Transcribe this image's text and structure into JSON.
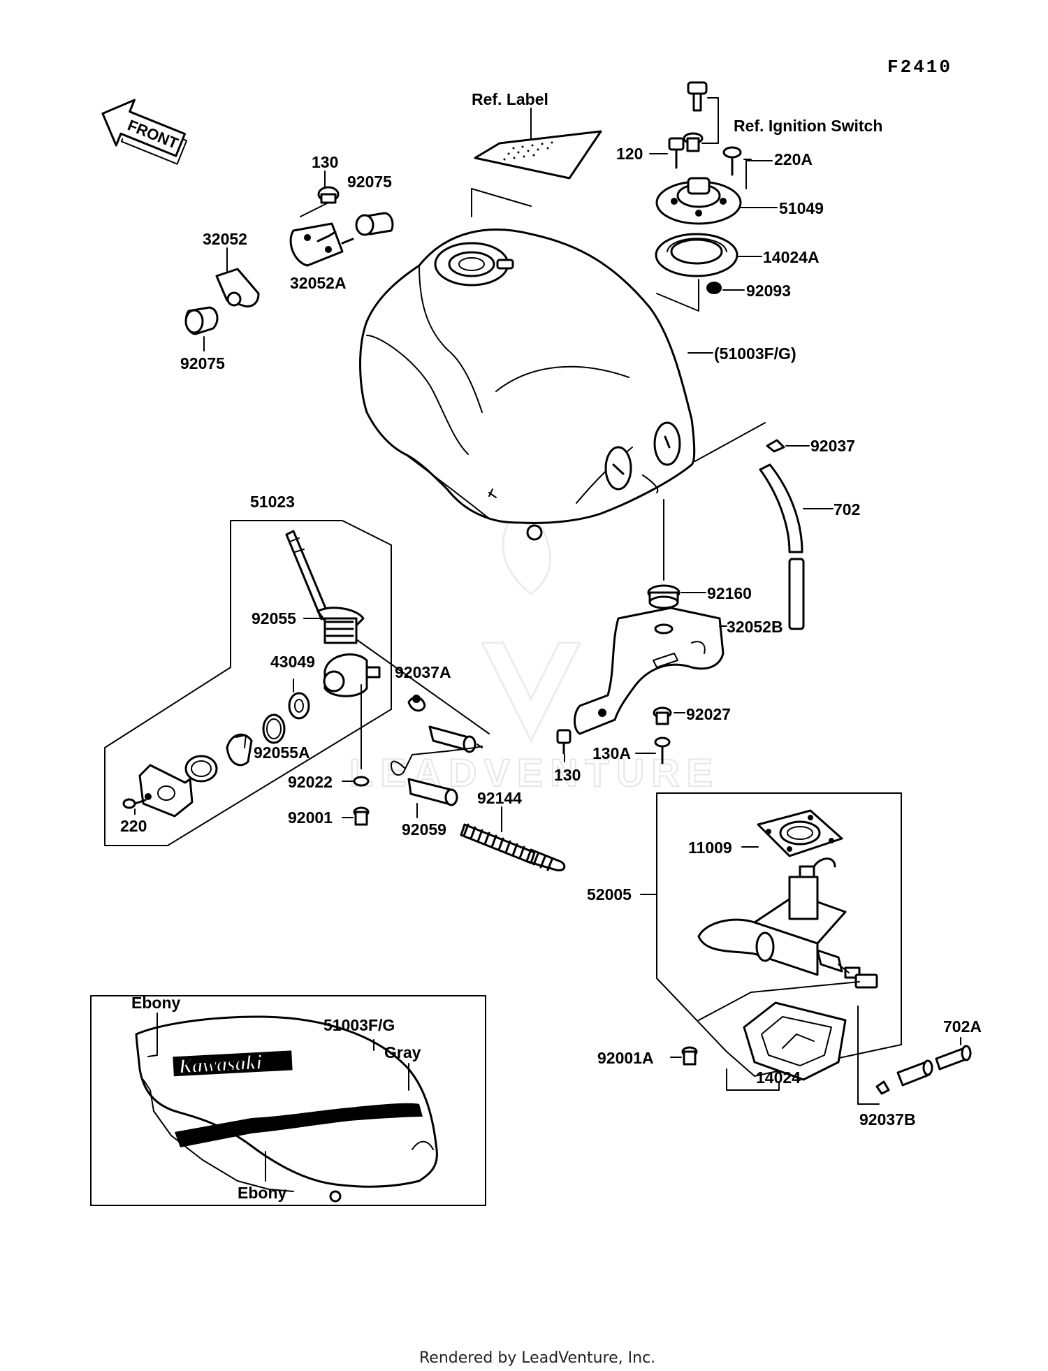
{
  "diagram_code": "F2410",
  "footer": "Rendered by LeadVenture, Inc.",
  "watermark": "LEADVENTURE",
  "front_arrow": "FRONT",
  "logo_text": "Kawasaki",
  "labels": {
    "ref_label": "Ref. Label",
    "ref_ignition": "Ref. Ignition Switch",
    "p120": "120",
    "p220A": "220A",
    "p51049": "51049",
    "p14024A": "14024A",
    "p92093": "92093",
    "p51003FG_paren": "(51003F/G)",
    "p130_top": "130",
    "p92075_top": "92075",
    "p32052": "32052",
    "p32052A": "32052A",
    "p92075_bottom": "92075",
    "p92037": "92037",
    "p702": "702",
    "p51023": "51023",
    "p92160": "92160",
    "p32052B": "32052B",
    "p92055": "92055",
    "p43049": "43049",
    "p92037A": "92037A",
    "p92027": "92027",
    "p92055A": "92055A",
    "p130A": "130A",
    "p130_mid": "130",
    "p92022": "92022",
    "p92144": "92144",
    "p220": "220",
    "p92001": "92001",
    "p92059": "92059",
    "p11009": "11009",
    "p52005": "52005",
    "p702A": "702A",
    "p92001A": "92001A",
    "p14024": "14024",
    "p92037B": "92037B",
    "inset_ebony_top": "Ebony",
    "inset_51003FG": "51003F/G",
    "inset_gray": "Gray",
    "inset_ebony_bottom": "Ebony"
  }
}
